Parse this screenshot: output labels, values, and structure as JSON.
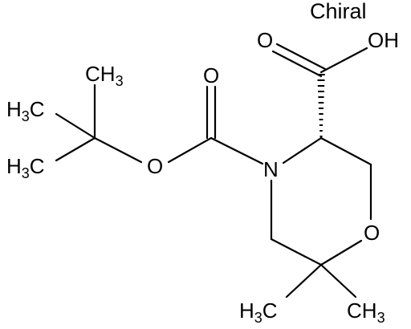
{
  "molecule": {
    "chiral_flag": "Chiral",
    "atoms": {
      "acid_carbonyl_o": "O",
      "acid_oh": "OH",
      "boc_carbonyl_o": "O",
      "ester_o": "O",
      "ring_n": "N",
      "ring_o": "O",
      "methyl_top_main": "CH",
      "methyl_top_sub": "3",
      "methyl_mid_main_left": "H",
      "methyl_mid_sub": "3",
      "methyl_mid_main_right": "C",
      "methyl_low_main_left": "H",
      "methyl_low_sub": "3",
      "methyl_low_main_right": "C",
      "gem_methyl_left_main_left": "H",
      "gem_methyl_left_sub": "3",
      "gem_methyl_left_main_right": "C",
      "gem_methyl_right_main": "CH",
      "gem_methyl_right_sub": "3"
    },
    "colors": {
      "ink": "#000000",
      "background": "#ffffff"
    }
  }
}
